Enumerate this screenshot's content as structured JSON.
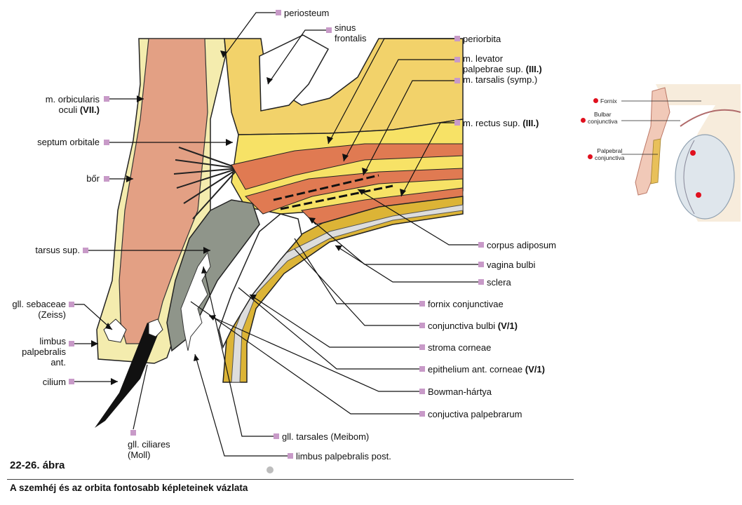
{
  "labels": {
    "periosteum": "periosteum",
    "sinus_1": "sinus",
    "sinus_2": "frontalis",
    "periorbita": "periorbita",
    "levator_1": "m. levator",
    "levator_2a": "palpebrae sup. ",
    "levator_2b": "(III.)",
    "tarsalis_a": "m. tarsalis (symp.)",
    "orbicularis_1": "m. orbicularis",
    "orbicularis_2a": "oculi ",
    "orbicularis_2b": "(VII.)",
    "septum": "septum orbitale",
    "rectus_a": "m. rectus sup. ",
    "rectus_b": "(III.)",
    "bor": "bőr",
    "tarsus": "tarsus sup.",
    "corpus": "corpus adiposum",
    "vagina": "vagina bulbi",
    "sclera": "sclera",
    "sebaceae_1": "gll. sebaceae",
    "sebaceae_2": "(Zeiss)",
    "fornix": "fornix conjunctivae",
    "conj_bulbi_a": "conjunctiva bulbi ",
    "conj_bulbi_b": "(V/1)",
    "limbus_ant_1": "limbus",
    "limbus_ant_2": "palpebralis",
    "limbus_ant_3": "ant.",
    "stroma": "stroma corneae",
    "cilium": "cilium",
    "epithelium_a": "epithelium ant. corneae ",
    "epithelium_b": "(V/1)",
    "bowman": "Bowman-hártya",
    "conj_palp": "conjuctiva palpebrarum",
    "tarsales": "gll. tarsales (Meibom)",
    "ciliares_1": "gll. ciliares",
    "ciliares_2": "(Moll)",
    "limbus_post": "limbus palpebralis post."
  },
  "caption": {
    "number": "22-26. ábra",
    "title": "A szemhéj és az orbita fontosabb képleteinek vázlata"
  },
  "inset": {
    "fornix": "Fornix",
    "bulbar_1": "Bulbar",
    "bulbar_2": "conjunctiva",
    "palpebral_1": "Palpebral",
    "palpebral_2": "conjunctiva"
  },
  "colors": {
    "skin": "#f4ecae",
    "muscle_orbicularis": "#e3a084",
    "fat": "#f2d64a",
    "muscle_red": "#e07a52",
    "tarsus": "#8f958a",
    "sclera_band": "#dcb436",
    "label_marker": "#c89ac8",
    "inset_marker": "#e0101e"
  }
}
